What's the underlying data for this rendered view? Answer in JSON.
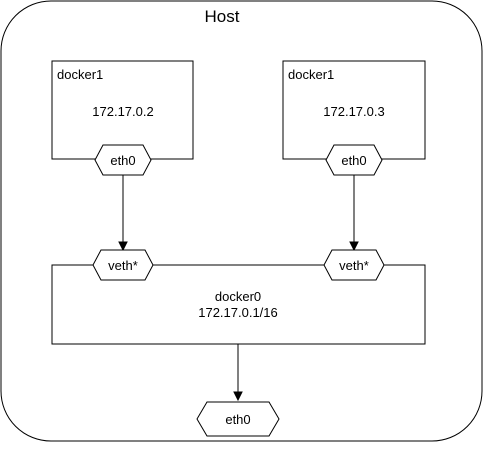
{
  "host": {
    "label": "Host"
  },
  "containers": [
    {
      "name": "docker1",
      "ip": "172.17.0.2",
      "interface": "eth0"
    },
    {
      "name": "docker1",
      "ip": "172.17.0.3",
      "interface": "eth0"
    }
  ],
  "bridge": {
    "name": "docker0",
    "subnet": "172.17.0.1/16",
    "ports": [
      "veth*",
      "veth*"
    ]
  },
  "host_interface": {
    "label": "eth0"
  },
  "colors": {
    "stroke": "#000000",
    "fill": "#ffffff",
    "background": "#ffffff"
  }
}
